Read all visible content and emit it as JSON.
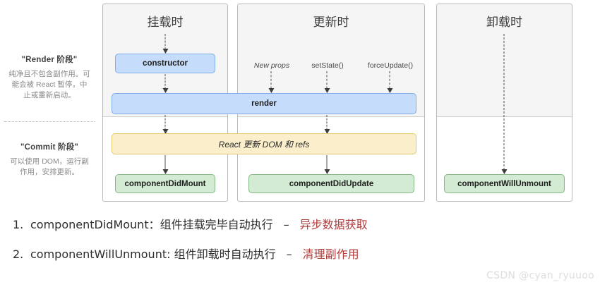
{
  "phases": [
    {
      "title": "\"Render 阶段\"",
      "description": "纯净且不包含副作用。可能会被 React 暂停，中止或重新启动。"
    },
    {
      "title": "\"Commit 阶段\"",
      "description": "可以使用 DOM，运行副作用，安排更新。"
    }
  ],
  "columns": [
    {
      "title": "挂载时"
    },
    {
      "title": "更新时"
    },
    {
      "title": "卸载时"
    }
  ],
  "triggers": [
    {
      "label": "New props",
      "style": "italic"
    },
    {
      "label": "setState()",
      "style": "normal"
    },
    {
      "label": "forceUpdate()",
      "style": "normal"
    }
  ],
  "nodes": {
    "constructor": "constructor",
    "render": "render",
    "commit": "React 更新 DOM 和 refs",
    "did_mount": "componentDidMount",
    "did_update": "componentDidUpdate",
    "will_unmount": "componentWillUnmount"
  },
  "notes": [
    {
      "index": "1.",
      "text": "componentDidMount：组件挂载完毕自动执行",
      "dash": "–",
      "accent": "异步数据获取"
    },
    {
      "index": "2.",
      "text": "componentWillUnmount: 组件卸载时自动执行",
      "dash": "–",
      "accent": "清理副作用"
    }
  ],
  "watermark": "CSDN @cyan_ryuuoo",
  "colors": {
    "render_box": "#c5dcfa",
    "commit_box": "#fbeecb",
    "lifecycle_box": "#d3ead3",
    "accent_text": "#b23b3b"
  }
}
